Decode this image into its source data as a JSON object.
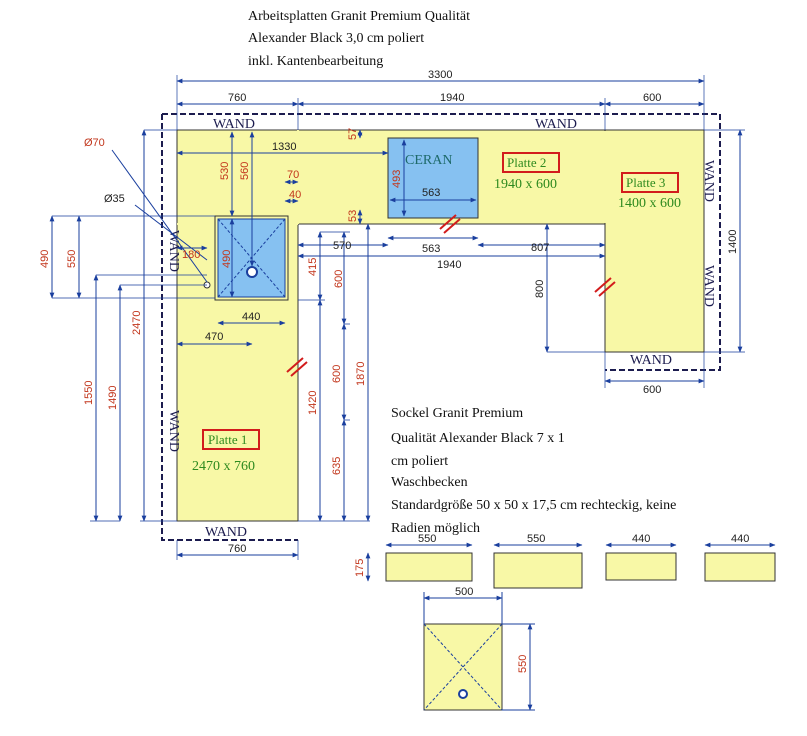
{
  "header": {
    "line1": "Arbeitsplatten Granit Premium Qualität",
    "line2": "Alexander Black 3,0 cm poliert",
    "line3": "inkl. Kantenbearbeitung"
  },
  "wall_label": "WAND",
  "cooktop_label": "CERAN",
  "plates": [
    {
      "name": "Platte 1",
      "size": "2470 x 760"
    },
    {
      "name": "Platte 2",
      "size": "1940 x 600"
    },
    {
      "name": "Platte 3",
      "size": "1400 x 600"
    }
  ],
  "notes": {
    "sockel1": "Sockel Granit Premium",
    "sockel2": "Qualität Alexander Black 7 x 1",
    "sockel3": "cm poliert",
    "sink1": "Waschbecken",
    "sink2": "Standardgröße 50 x 50 x 17,5 cm rechteckig, keine",
    "sink3": "Radien möglich"
  },
  "dimensions": {
    "total_width": "3300",
    "top_760": "760",
    "top_1940": "1940",
    "top_600": "600",
    "d1330": "1330",
    "d530": "530",
    "d560": "560",
    "d70": "70",
    "d40": "40",
    "d57": "57",
    "d53": "53",
    "ceran_h": "493",
    "ceran_w": "563",
    "ceran_w2": "563",
    "hole70": "Ø70",
    "hole35": "Ø35",
    "d490_left": "490",
    "d550_left": "550",
    "d180": "180",
    "sink_h": "490",
    "sink_w": "440",
    "d470": "470",
    "d415": "415",
    "d570": "570",
    "d600_v": "600",
    "d1940_mid": "1940",
    "d807": "807",
    "d800": "800",
    "d1400": "1400",
    "d600_b3": "600",
    "d2470": "2470",
    "d1550": "1550",
    "d1490": "1490",
    "d1420": "1420",
    "d1870": "1870",
    "d600_b": "600",
    "d635": "635",
    "bottom_760": "760",
    "sockel_h": "175",
    "sockel_550a": "550",
    "sockel_550b": "550",
    "sockel_440a": "440",
    "sockel_440b": "440",
    "sink_detail_w": "500",
    "sink_detail_h": "550"
  },
  "colors": {
    "plate_fill": "#f8f8a6",
    "sink_fill": "#86c1f1",
    "dimension": "#1a3f9e",
    "wall": "#1c1c4f",
    "label_box": "#d21c1c",
    "plate_text": "#2e8a1f"
  }
}
